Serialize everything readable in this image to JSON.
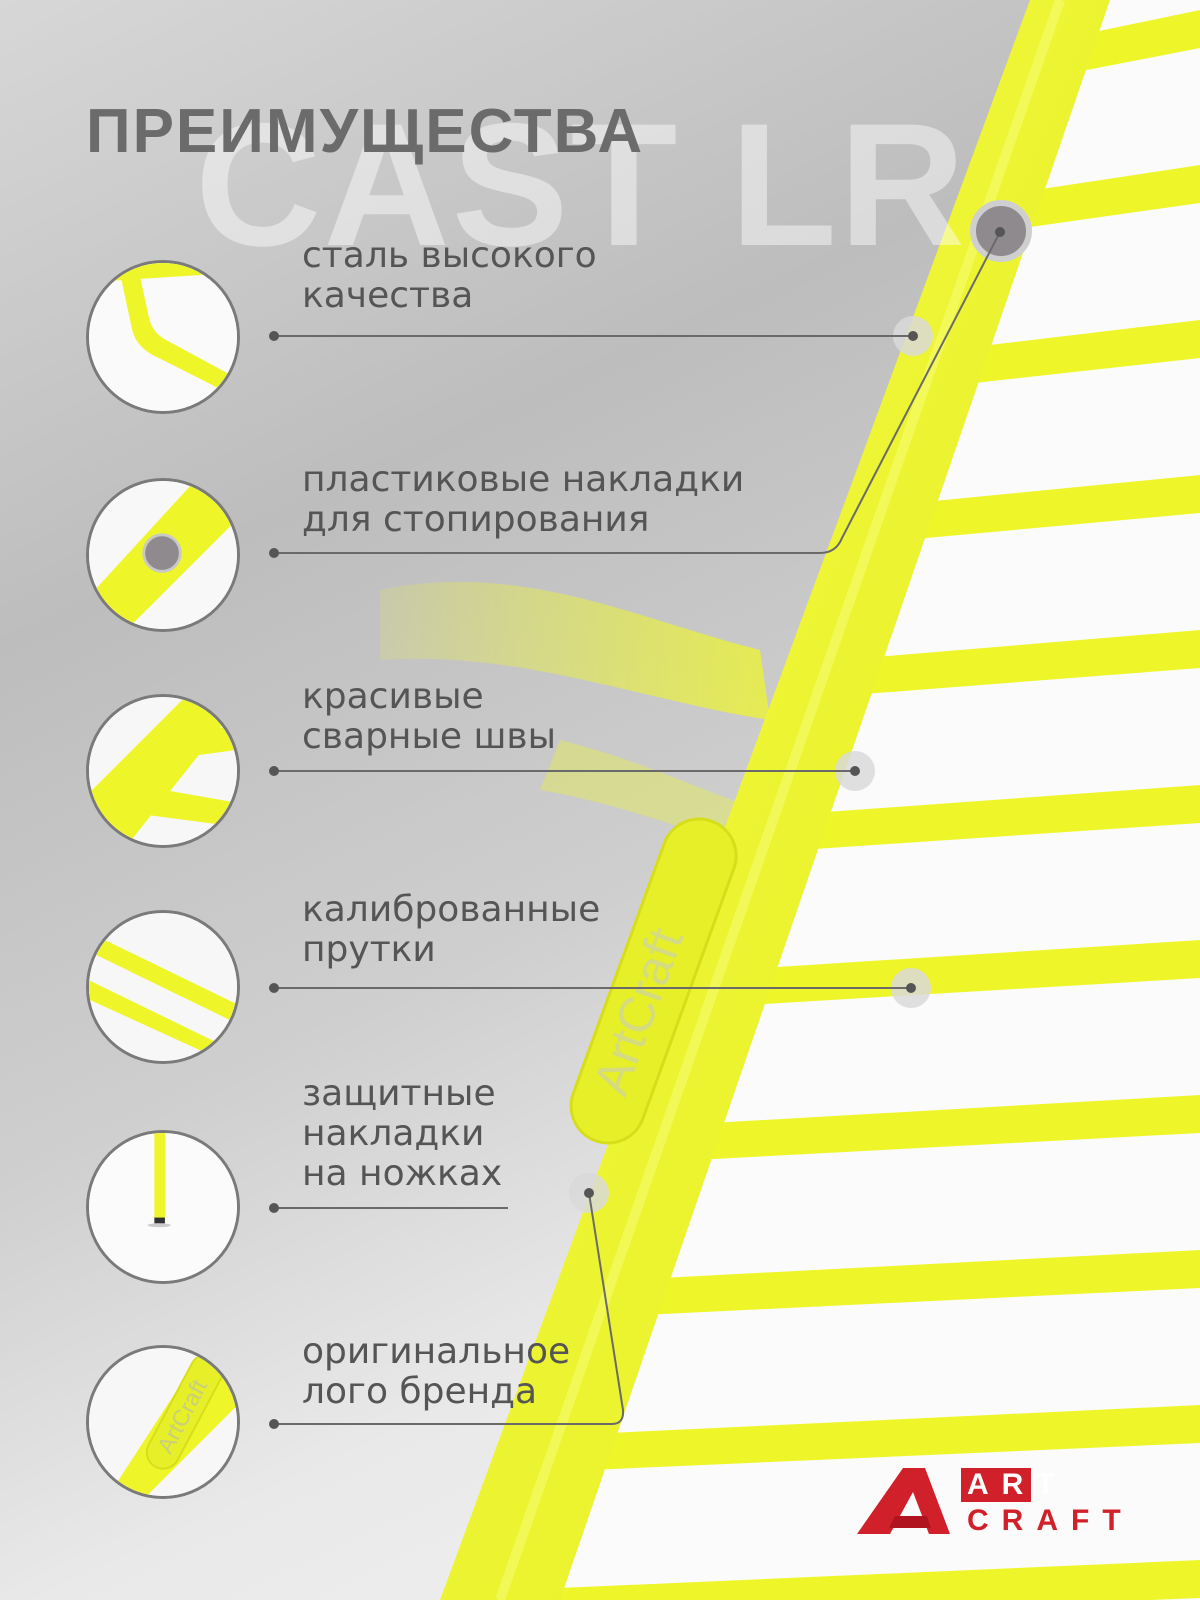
{
  "watermark": "CAST LR",
  "heading": "ПРЕИМУЩЕСТВА",
  "features": [
    {
      "lines": [
        "сталь высокого",
        "качества"
      ]
    },
    {
      "lines": [
        "пластиковые накладки",
        "для стопирования"
      ]
    },
    {
      "lines": [
        "красивые",
        "сварные швы"
      ]
    },
    {
      "lines": [
        "калиброванные",
        "прутки"
      ]
    },
    {
      "lines": [
        "защитные",
        "накладки",
        "на ножках"
      ]
    },
    {
      "lines": [
        "оригинальное",
        "лого бренда"
      ]
    }
  ],
  "embossed_logo_text": "ArtCraft",
  "brand": {
    "top": "ART",
    "bottom": "CRAFT",
    "logo_color": "#d0202a",
    "text_color": "#d0202a"
  },
  "colors": {
    "product_yellow": "#eef62a",
    "heading_gray": "#6b6b6b",
    "label_gray": "#555555",
    "line_gray": "#6a6a6a"
  }
}
